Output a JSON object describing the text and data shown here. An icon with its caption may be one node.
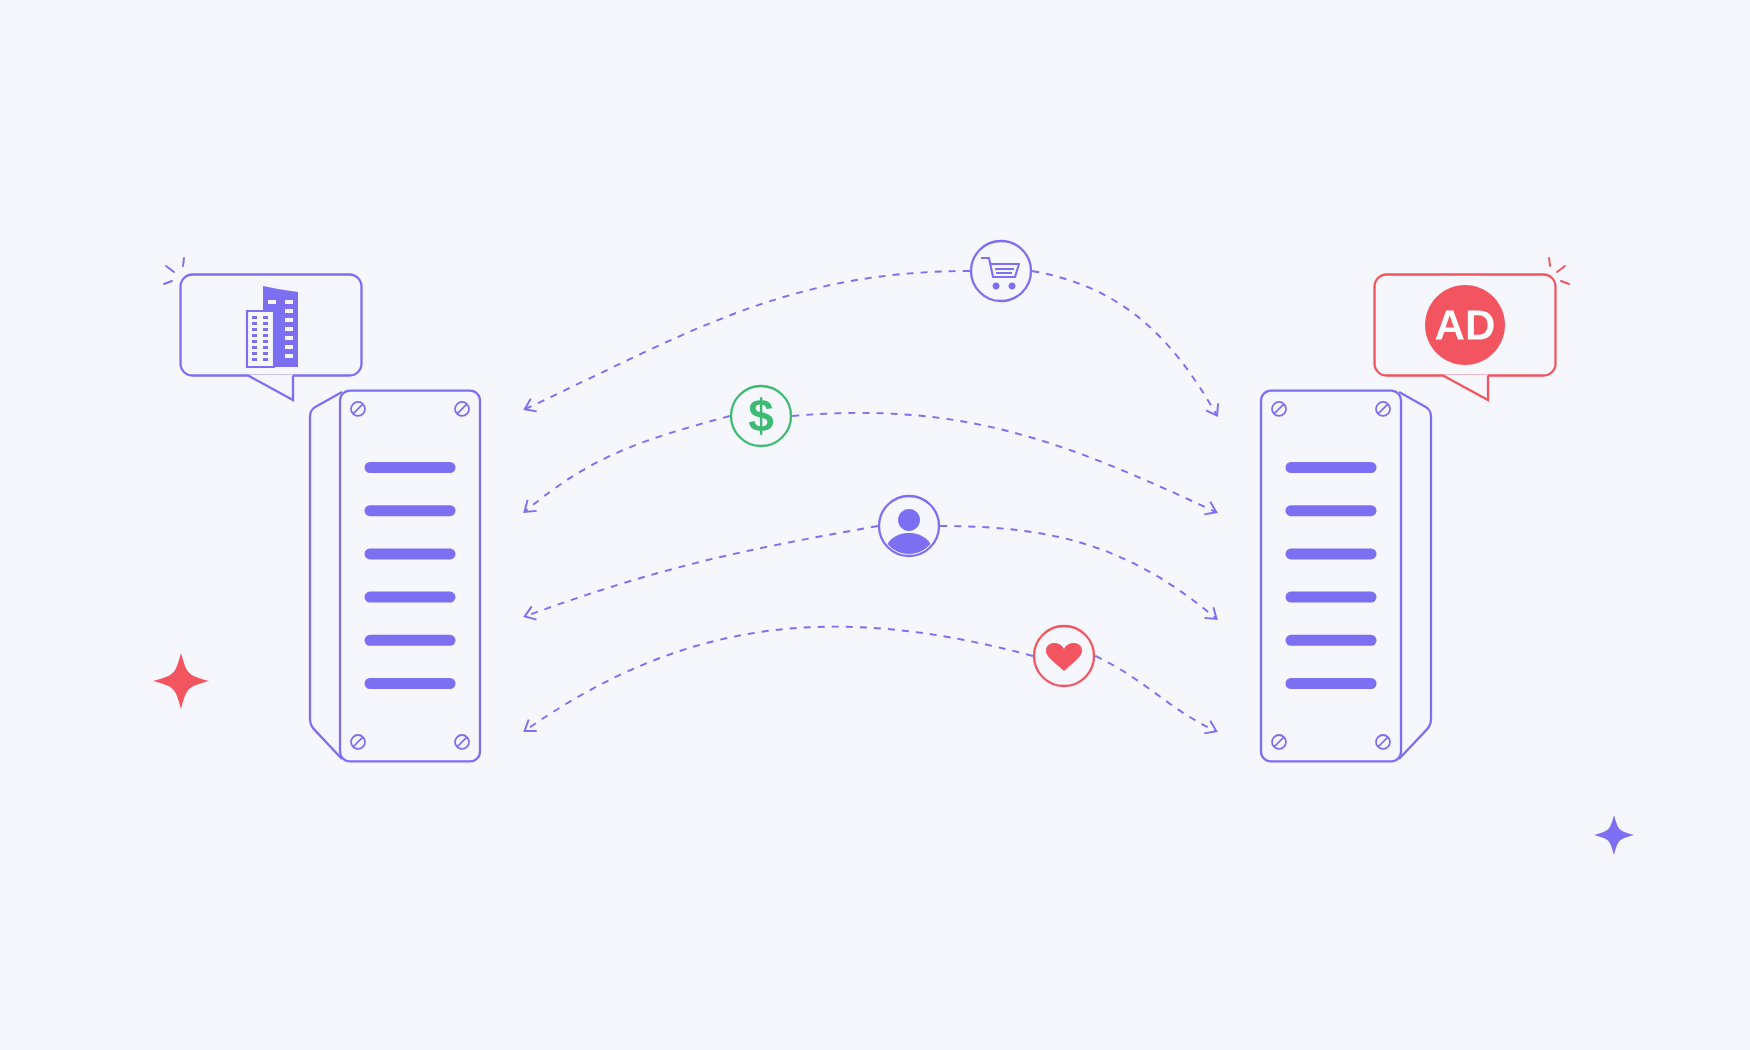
{
  "diagram": {
    "nodes": [
      {
        "text": [],
        "shape": "server"
      },
      {
        "text": [],
        "shape": "server"
      },
      {
        "text": [],
        "shape": "callout"
      },
      {
        "text": [],
        "shape": "callout"
      },
      {
        "text": [
          "AD"
        ],
        "in": 3
      },
      {
        "text": [],
        "shape": "circle"
      },
      {
        "text": [
          "$"
        ]
      },
      {
        "text": [],
        "shape": "circle"
      },
      {
        "text": [],
        "shape": "circle"
      }
    ],
    "edges": [
      {
        "from": 5,
        "to": 0,
        "arrow": "to",
        "style": "dashed"
      },
      {
        "from": 5,
        "to": 1,
        "arrow": "to",
        "style": "dashed"
      },
      {
        "from": 6,
        "to": 0,
        "arrow": "to",
        "style": "dashed"
      },
      {
        "from": 6,
        "to": 1,
        "arrow": "to",
        "style": "dashed"
      },
      {
        "from": 7,
        "to": 0,
        "arrow": "to",
        "style": "dashed"
      },
      {
        "from": 7,
        "to": 1,
        "arrow": "to",
        "style": "dashed"
      },
      {
        "from": 8,
        "to": 0,
        "arrow": "to",
        "style": "dashed"
      },
      {
        "from": 8,
        "to": 1,
        "arrow": "to",
        "style": "dashed"
      }
    ]
  }
}
